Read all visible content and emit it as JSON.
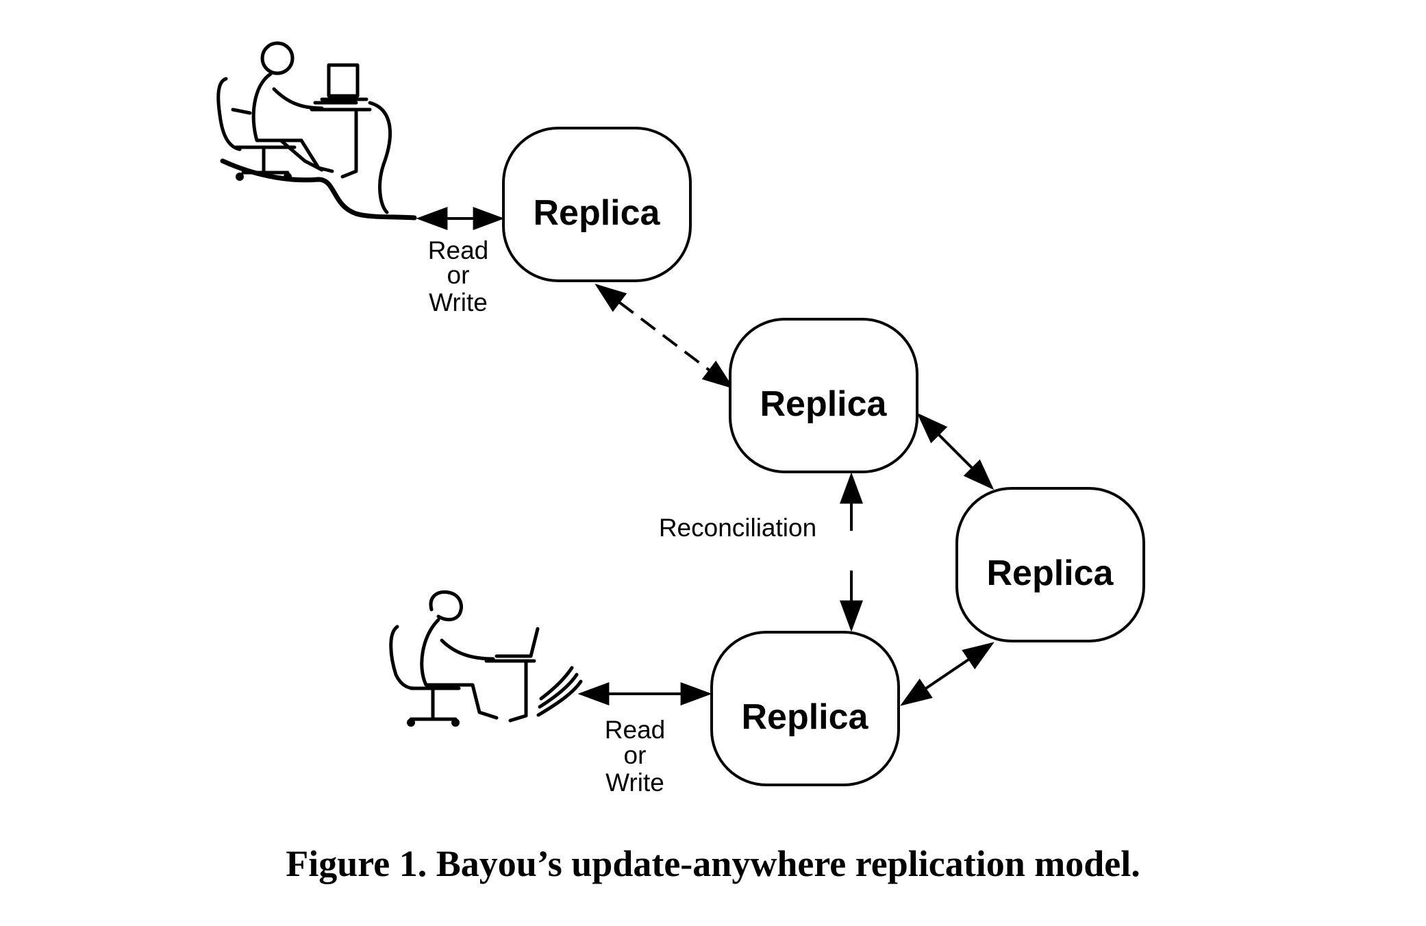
{
  "replicas": [
    {
      "label": "Replica"
    },
    {
      "label": "Replica"
    },
    {
      "label": "Replica"
    },
    {
      "label": "Replica"
    }
  ],
  "edge_labels": {
    "top_access": [
      "Read",
      "or",
      "Write"
    ],
    "bottom_access": [
      "Read",
      "or",
      "Write"
    ],
    "reconciliation": "Reconciliation"
  },
  "caption": "Figure 1.  Bayou’s update-anywhere replication model.",
  "icons": [
    "desktop-user-icon",
    "laptop-user-icon"
  ]
}
